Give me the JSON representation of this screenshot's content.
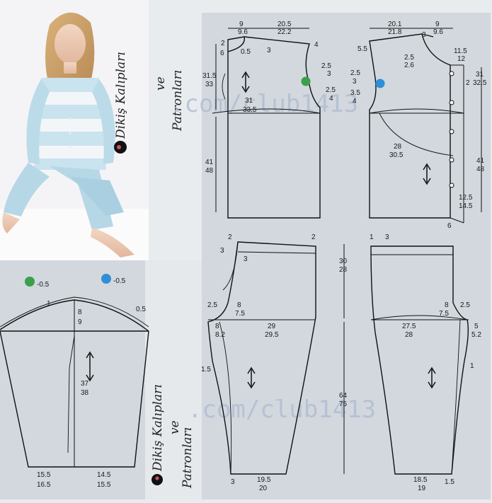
{
  "brand": {
    "line1": "Dikiş Kalıpları",
    "line2": "ve",
    "line3": "Patronları"
  },
  "watermark": ".com/club1413",
  "colors": {
    "background": "#e9ecef",
    "paper": "#d2d8de",
    "pattern_line": "#111111",
    "marker_green": "#3aa04a",
    "marker_blue": "#2f8fd6",
    "watermark": "#aeb9cf"
  },
  "back_bodice": {
    "top": [
      "9",
      "9.6",
      "20.5",
      "22.2"
    ],
    "left": [
      "2",
      "6",
      "0.5",
      "3",
      "31.5",
      "33",
      "41",
      "48"
    ],
    "right": [
      "4",
      "2.5",
      "3",
      "2.5",
      "4"
    ],
    "center": [
      "31",
      "33.5"
    ]
  },
  "front_bodice": {
    "top": [
      "20.1",
      "21.8",
      "9",
      "9.6",
      "3"
    ],
    "left": [
      "5.5",
      "2.5",
      "3",
      "3.5",
      "4"
    ],
    "mid": [
      "2.5",
      "2.6",
      "28",
      "30.5"
    ],
    "right": [
      "11.5",
      "12",
      "2",
      "31",
      "32.5",
      "41",
      "48",
      "12.5",
      "14.5",
      "6"
    ]
  },
  "sleeve": {
    "markers": [
      "-0.5",
      "-0.5"
    ],
    "cap": [
      "1",
      "0.5",
      "8",
      "9"
    ],
    "length": [
      "37",
      "38"
    ],
    "cuff": [
      "15.5",
      "16.5",
      "14.5",
      "15.5"
    ]
  },
  "back_trouser": {
    "waist": [
      "2",
      "2",
      "3",
      "3"
    ],
    "crotch": [
      "2.5",
      "8",
      "7.5",
      "8",
      "8.2"
    ],
    "hip": [
      "29",
      "29.5"
    ],
    "rise": [
      "30",
      "28"
    ],
    "side": [
      "1.5"
    ],
    "inseam": [
      "64",
      "75"
    ],
    "hem": [
      "3",
      "19.5",
      "20"
    ]
  },
  "front_trouser": {
    "waist": [
      "1",
      "3"
    ],
    "crotch": [
      "8",
      "7.5",
      "2.5",
      "5",
      "5.2"
    ],
    "hip": [
      "27.5",
      "28"
    ],
    "side": [
      "1"
    ],
    "hem": [
      "18.5",
      "19",
      "1.5"
    ]
  }
}
